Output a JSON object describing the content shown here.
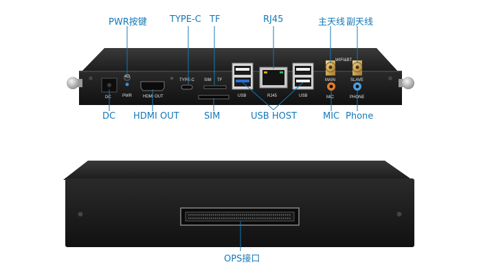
{
  "callouts": {
    "pwr": "PWR按键",
    "type_c": "TYPE-C",
    "tf": "TF",
    "rj45": "RJ45",
    "main_antenna": "主天线",
    "slave_antenna": "副天线",
    "dc": "DC",
    "hdmi_out": "HDMI OUT",
    "sim": "SIM",
    "usb_host": "USB HOST",
    "mic": "MIC",
    "phone": "Phone",
    "ops": "OPS接口"
  },
  "panel_labels": {
    "dc": "DC",
    "led_4g": "4G",
    "pwr": "PWR",
    "hdmi_out": "HDMI OUT",
    "type_c": "TYPE-C",
    "sim": "SIM",
    "tf": "TF",
    "usb_left": "USB",
    "rj45": "RJ45",
    "usb_right": "USB",
    "wifi_bt": "WIFI&BT",
    "main": "MAIN",
    "slave": "SLAVE",
    "mic": "MIC",
    "phone": "PHONE"
  },
  "colors": {
    "callout": "#1478b8",
    "chassis": "#222222",
    "leader": "#1478b8"
  }
}
